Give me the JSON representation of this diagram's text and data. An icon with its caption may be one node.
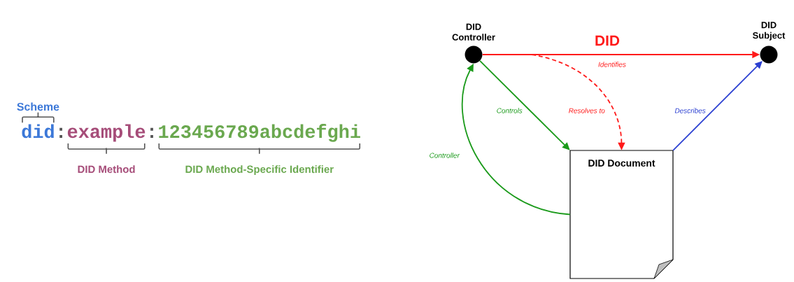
{
  "diagram": {
    "nodes": [
      {
        "text": [
          "DID Controller"
        ]
      },
      {
        "text": [
          "DID Subject"
        ]
      },
      {
        "text": [
          "DID Document"
        ]
      }
    ],
    "edges": [
      {
        "from": 0,
        "to": 1,
        "arrow": "to",
        "label": "DID",
        "color": "#ff1a1a"
      },
      {
        "from": null,
        "to": 2,
        "arrow": "to",
        "label": "Resolves to",
        "style": "dashed",
        "color": "#ff1a1a"
      },
      {
        "from": 0,
        "to": 2,
        "arrow": "to",
        "label": "Controls",
        "color": "#1a9a1a"
      },
      {
        "from": 2,
        "to": 0,
        "arrow": "to",
        "label": "Controller",
        "color": "#1a9a1a"
      },
      {
        "from": 2,
        "to": 1,
        "arrow": "to",
        "label": "Describes",
        "color": "#2b3fd1"
      }
    ],
    "labels": [
      "Scheme",
      "did",
      ":",
      "example",
      ":",
      "123456789abcdefghi",
      "DID Method",
      "DID Method-Specific Identifier",
      "Identifies"
    ]
  }
}
